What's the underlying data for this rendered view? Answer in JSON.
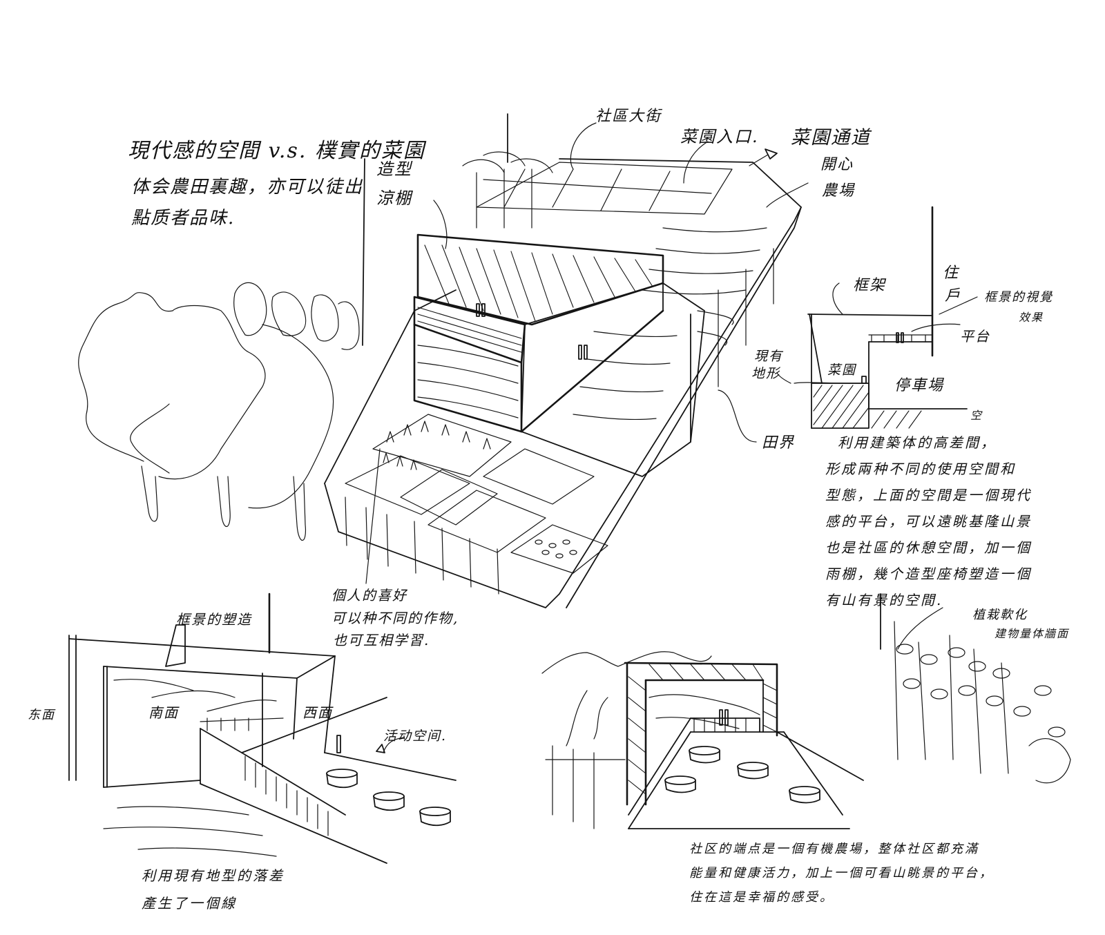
{
  "title": {
    "heading": "現代感的空間 v.s. 樸實的菜園",
    "line2": "体会農田裏趣，亦可以徒出",
    "line3": "點质者品味."
  },
  "axonometric": {
    "labels": {
      "pergola": [
        "造型",
        "涼棚"
      ],
      "community_street": "社區大街",
      "garden_entrance": "菜園入口.",
      "garden_path": "菜園通道",
      "happy_farm": [
        "開心",
        "農場"
      ],
      "existing_terrain": [
        "現有",
        "地形"
      ],
      "boundary": "田界",
      "personal_plots": "個人的喜好",
      "personal_plots_desc": [
        "可以种不同的作物,",
        "也可互相学習."
      ]
    }
  },
  "section": {
    "labels": {
      "frame": "框架",
      "resident": [
        "住",
        "戶"
      ],
      "framed_view": [
        "框景的視覺",
        "效果"
      ],
      "platform": "平台",
      "vegetable_garden": "菜園",
      "parking": "停車場"
    },
    "note_insert": "空",
    "note": [
      "利用建築体的高差間，",
      "形成兩种不同的使用空間和",
      "型態，上面的空間是一個現代",
      "感的平台，可以遠眺基隆山景",
      "也是社區的休憩空間，加一個",
      "雨棚，幾个造型座椅塑造一個",
      "有山有景的空間."
    ]
  },
  "perspective_left": {
    "labels": {
      "framed_shape": "框景的塑造",
      "east_face": "东面",
      "south_face": "南面",
      "west_face": "西面",
      "activity_space": "活动空间."
    },
    "note": [
      "利用現有地型的落差",
      "產生了一個線"
    ]
  },
  "perspective_right": {
    "labels": {
      "greening": [
        "植栽軟化",
        "建物量体牆面"
      ]
    },
    "note": [
      "社区的端点是一個有機農場，整体社区都充滿",
      "能量和健康活力，加上一個可看山眺景的平台，",
      "住在這是幸福的感受。"
    ]
  },
  "colors": {
    "ink": "#151515",
    "paper": "#ffffff"
  }
}
